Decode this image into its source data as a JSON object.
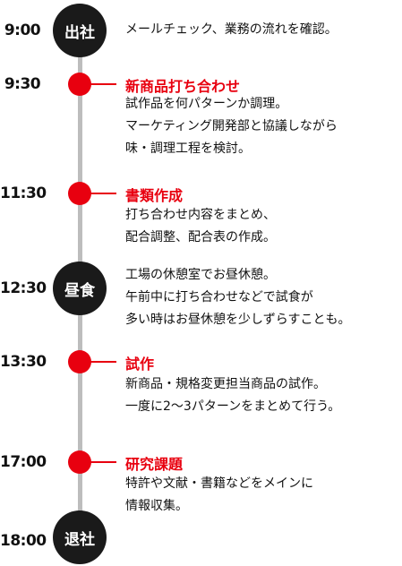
{
  "schedule": [
    {
      "time": "9:00",
      "marker": "出社",
      "title": "",
      "lines": [
        "メールチェック、業務の流れを確認。"
      ]
    },
    {
      "time": "9:30",
      "marker": "",
      "title": "新商品打ち合わせ",
      "lines": [
        "試作品を何パターンか調理。",
        "マーケティング開発部と協議しながら",
        "味・調理工程を検討。"
      ]
    },
    {
      "time": "11:30",
      "marker": "",
      "title": "書類作成",
      "lines": [
        "打ち合わせ内容をまとめ、",
        "配合調整、配合表の作成。"
      ]
    },
    {
      "time": "12:30",
      "marker": "昼食",
      "title": "",
      "lines": [
        "工場の休憩室でお昼休憩。",
        "午前中に打ち合わせなどで試食が",
        "多い時はお昼休憩を少しずらすことも。"
      ]
    },
    {
      "time": "13:30",
      "marker": "",
      "title": "試作",
      "lines": [
        "新商品・規格変更担当商品の試作。",
        "一度に2〜3パターンをまとめて行う。"
      ]
    },
    {
      "time": "17:00",
      "marker": "",
      "title": "研究課題",
      "lines": [
        "特許や文献・書籍などをメインに",
        "情報収集。"
      ]
    },
    {
      "time": "18:00",
      "marker": "退社",
      "title": "",
      "lines": []
    }
  ],
  "colors": {
    "accent": "#e8000f",
    "line": "#bdbdbd",
    "marker_dark": "#1a1a1a"
  }
}
